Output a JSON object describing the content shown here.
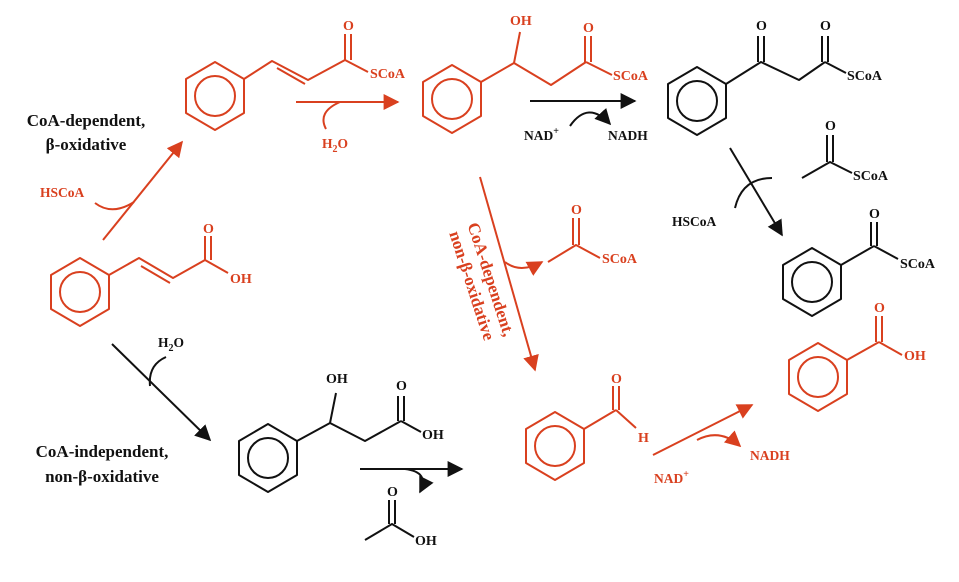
{
  "colors": {
    "red": "#d9401f",
    "black": "#111111"
  },
  "routes": {
    "beta_ox": [
      "CoA-dependent,",
      "β-oxidative"
    ],
    "non_beta_coa": [
      "CoA-dependent,",
      "non-β-oxidative"
    ],
    "independent": [
      "CoA-independent,",
      "non-β-oxidative"
    ]
  },
  "reagents": {
    "hscoa": "HSCoA",
    "h2o": "H",
    "h2o_sub": "2",
    "h2o_o": "O",
    "nad": "NAD",
    "nad_sup": "+",
    "nadh": "NADH"
  },
  "atoms": {
    "O": "O",
    "OH": "OH",
    "H": "H",
    "SCoA": "SCoA"
  }
}
